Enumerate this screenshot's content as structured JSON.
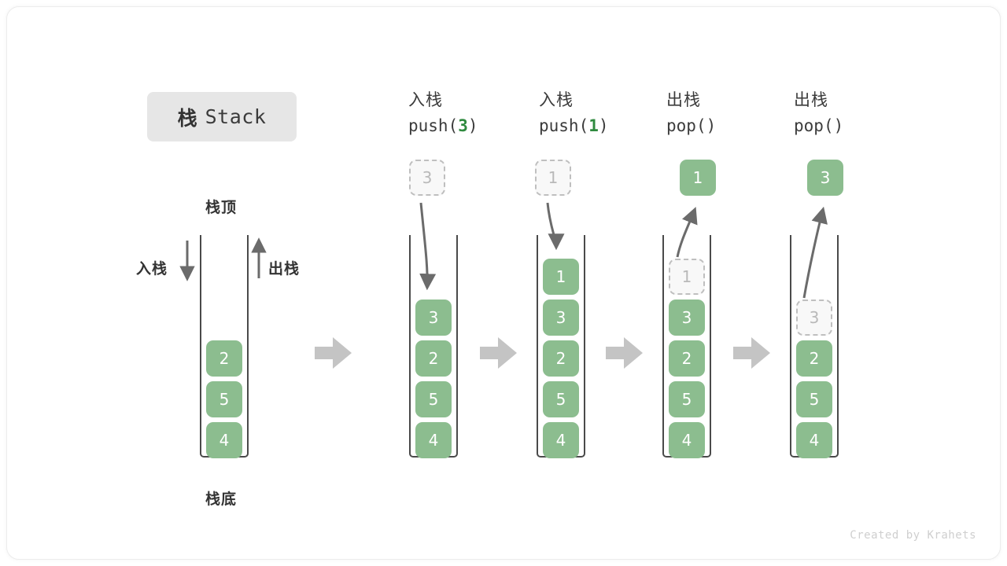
{
  "title": {
    "cn": "栈",
    "en": "Stack"
  },
  "labels": {
    "top": "栈顶",
    "bottom": "栈底",
    "push": "入栈",
    "pop": "出栈"
  },
  "footer": "Created by Krahets",
  "colors": {
    "cell_fill": "#8cbd8f",
    "cell_text": "#ffffff",
    "ghost_fill": "#f8f8f8",
    "ghost_border": "#bfbfbf",
    "ghost_text": "#b9b9b9",
    "wall": "#4a4a4a",
    "arrow": "#6b6b6b",
    "step_arrow": "#c4c4c4",
    "accent_green": "#2f8a3f",
    "chip_bg": "#e6e6e6"
  },
  "operations": [
    {
      "cn": "入栈",
      "fn": "push",
      "open": "(",
      "arg": "3",
      "close": ")"
    },
    {
      "cn": "入栈",
      "fn": "push",
      "open": "(",
      "arg": "1",
      "close": ")"
    },
    {
      "cn": "出栈",
      "fn": "pop",
      "open": "(",
      "arg": "",
      "close": ")"
    },
    {
      "cn": "出栈",
      "fn": "pop",
      "open": "(",
      "arg": "",
      "close": ")"
    }
  ],
  "stacks": [
    {
      "name": "initial",
      "cells": [
        {
          "value": "2",
          "state": "solid"
        },
        {
          "value": "5",
          "state": "solid"
        },
        {
          "value": "4",
          "state": "solid"
        }
      ],
      "floating": null
    },
    {
      "name": "after-push-3",
      "cells": [
        {
          "value": "3",
          "state": "solid"
        },
        {
          "value": "2",
          "state": "solid"
        },
        {
          "value": "5",
          "state": "solid"
        },
        {
          "value": "4",
          "state": "solid"
        }
      ],
      "floating": {
        "value": "3",
        "state": "ghost",
        "direction": "in"
      }
    },
    {
      "name": "after-push-1",
      "cells": [
        {
          "value": "1",
          "state": "solid"
        },
        {
          "value": "3",
          "state": "solid"
        },
        {
          "value": "2",
          "state": "solid"
        },
        {
          "value": "5",
          "state": "solid"
        },
        {
          "value": "4",
          "state": "solid"
        }
      ],
      "floating": {
        "value": "1",
        "state": "ghost",
        "direction": "in"
      }
    },
    {
      "name": "after-pop-1",
      "cells": [
        {
          "value": "1",
          "state": "ghost"
        },
        {
          "value": "3",
          "state": "solid"
        },
        {
          "value": "2",
          "state": "solid"
        },
        {
          "value": "5",
          "state": "solid"
        },
        {
          "value": "4",
          "state": "solid"
        }
      ],
      "floating": {
        "value": "1",
        "state": "solid",
        "direction": "out"
      }
    },
    {
      "name": "after-pop-3",
      "cells": [
        {
          "value": "3",
          "state": "ghost"
        },
        {
          "value": "2",
          "state": "solid"
        },
        {
          "value": "5",
          "state": "solid"
        },
        {
          "value": "4",
          "state": "solid"
        }
      ],
      "floating": {
        "value": "3",
        "state": "solid",
        "direction": "out"
      }
    }
  ],
  "step_arrows": [
    {
      "name": "step-arrow-1"
    },
    {
      "name": "step-arrow-2"
    },
    {
      "name": "step-arrow-3"
    },
    {
      "name": "step-arrow-4"
    }
  ]
}
